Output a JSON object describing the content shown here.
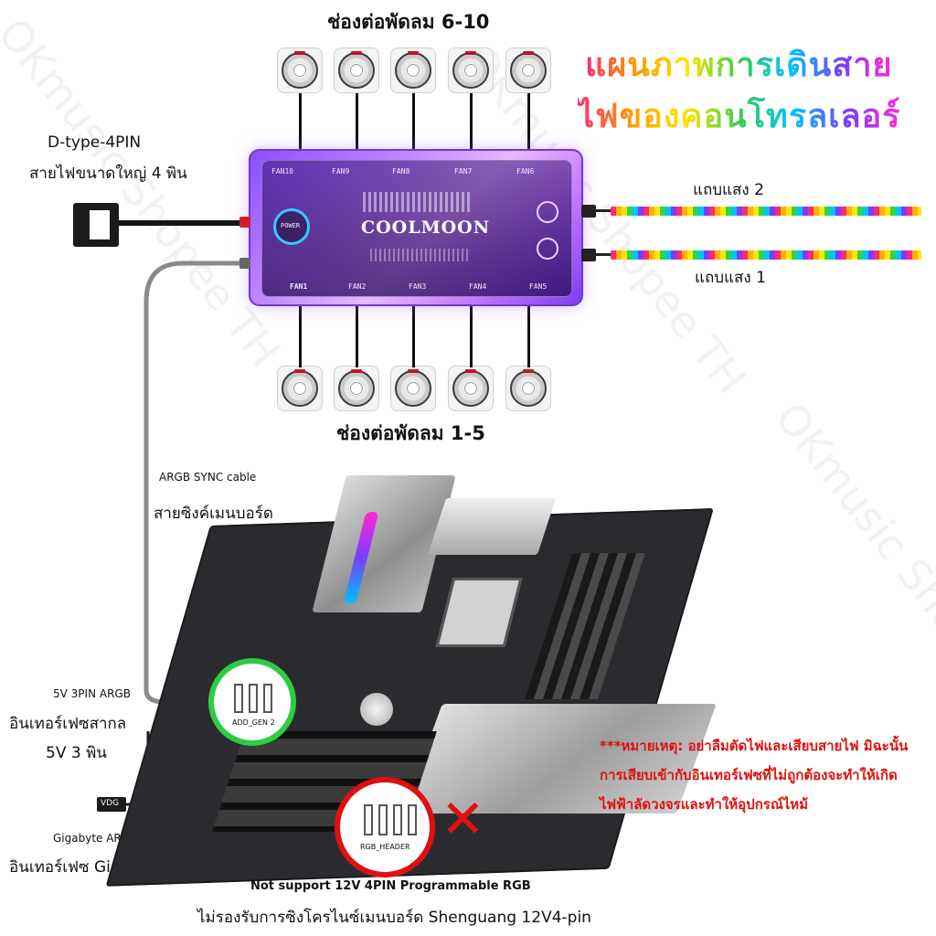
{
  "title": {
    "line1": "แผนภาพการเดินสาย",
    "line2": "ไฟของคอนโทรลเลอร์"
  },
  "fans": {
    "top_label": "ช่องต่อพัดลม 6-10",
    "bottom_label": "ช่องต่อพัดลม 1-5"
  },
  "power": {
    "title": "D-type-4PIN",
    "subtitle": "สายไฟขนาดใหญ่ 4 พิน"
  },
  "strips": {
    "strip2": "แถบแสง 2",
    "strip1": "แถบแสง 1"
  },
  "controller": {
    "brand": "COOLMOON",
    "fan_ports_top": [
      "FAN10",
      "FAN9",
      "FAN8",
      "FAN7",
      "FAN6"
    ],
    "fan_ports_bottom": [
      "FAN1",
      "FAN2",
      "FAN3",
      "FAN4",
      "FAN5"
    ],
    "power_label": "POWER"
  },
  "sync": {
    "cable": "ARGB SYNC cable",
    "label": "สายซิงค์เมนบอร์ด"
  },
  "argb5v": {
    "title": "5V 3PIN ARGB",
    "line1": "อินเทอร์เฟซสากล",
    "line2": "5V 3 พิน",
    "header": "ADD_GEN 2"
  },
  "vdg": {
    "plug": "VDG",
    "port": "Gigabyte ARGB port",
    "label": "อินเทอร์เฟซ Gigabyte VDG"
  },
  "notsupport": {
    "en": "Not support 12V 4PIN  Programmable RGB",
    "th": "ไม่รองรับการซิงโครไนซ์เมนบอร์ด Shenguang 12V4-pin",
    "header": "RGB_HEADER"
  },
  "note": {
    "text": "***หมายเหตุ: อย่าลืมตัดไฟและเสียบสายไฟ มิฉะนั้นการเสียบเข้ากับอินเทอร์เฟซที่ไม่ถูกต้องจะทำให้เกิดไฟฟ้าลัดวงจรและทำให้อุปกรณ์ไหม้"
  },
  "watermark": "OKmusic Shopee TH",
  "colors": {
    "note": "#e01010",
    "controller": "#9b5cff",
    "ok_ring": "#2ecc40",
    "bad_ring": "#e01010"
  }
}
